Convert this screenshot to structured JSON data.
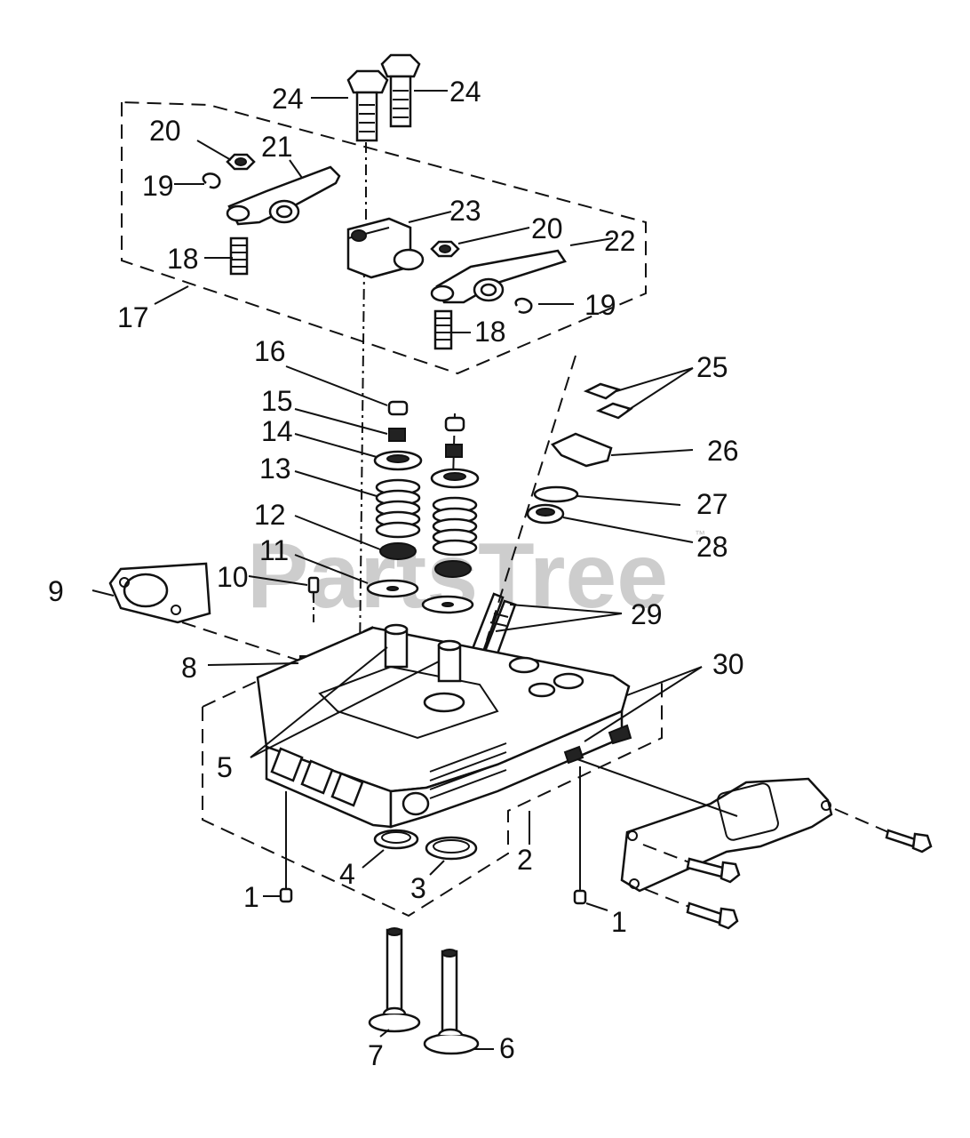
{
  "watermark": {
    "text": "PartsTree",
    "trademark": "™"
  },
  "callouts": {
    "c1a": "1",
    "c1b": "1",
    "c2": "2",
    "c3": "3",
    "c4": "4",
    "c5": "5",
    "c6": "6",
    "c7": "7",
    "c8": "8",
    "c9": "9",
    "c10": "10",
    "c11": "11",
    "c12": "12",
    "c13": "13",
    "c14": "14",
    "c15": "15",
    "c16": "16",
    "c17": "17",
    "c18a": "18",
    "c18b": "18",
    "c19a": "19",
    "c19b": "19",
    "c20a": "20",
    "c20b": "20",
    "c21": "21",
    "c22": "22",
    "c23": "23",
    "c24a": "24",
    "c24b": "24",
    "c25": "25",
    "c26": "26",
    "c27": "27",
    "c28": "28",
    "c29": "29",
    "c30": "30"
  }
}
